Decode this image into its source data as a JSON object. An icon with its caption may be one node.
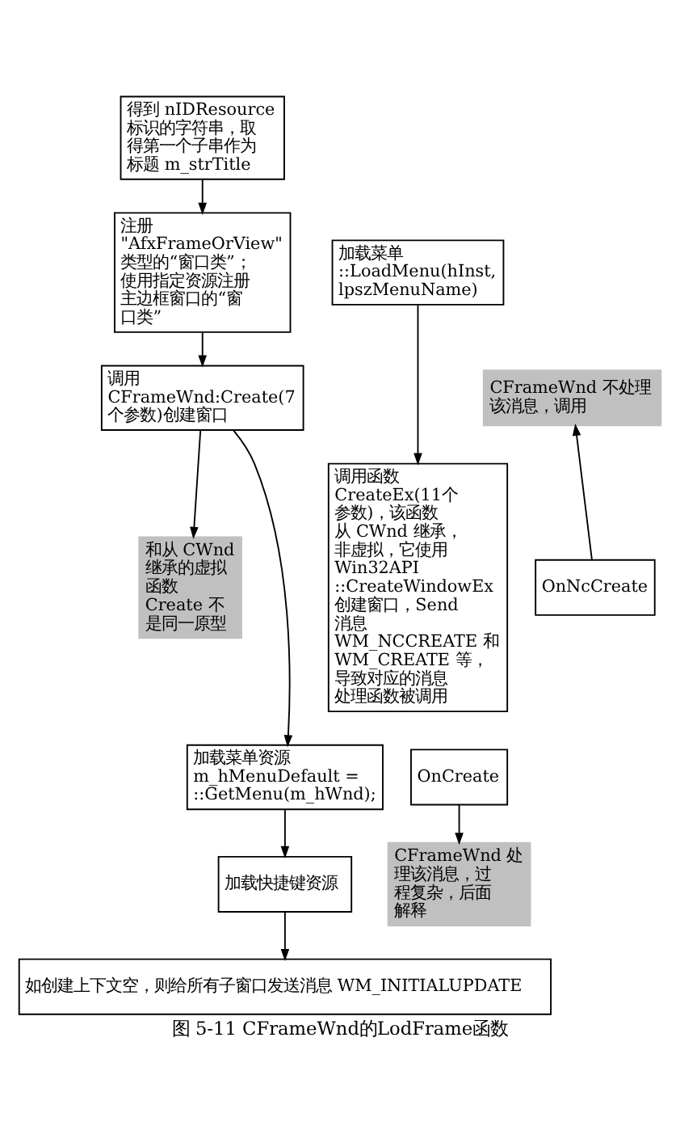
{
  "diagram": {
    "caption": "图 5-11 CFrameWnd的LodFrame函数",
    "nodes": [
      {
        "text": [
          "得到 nIDResource标识的字符串，取得第一个子串作为标题 m_strTitle"
        ]
      },
      {
        "text": [
          "注册\"AfxFrameOrView\"类型的“窗口类”；使用指定资源注册主边框窗口的“窗口类”"
        ]
      },
      {
        "text": [
          "加载菜单 ::LoadMenu(hInst, lpszMenuName)"
        ]
      },
      {
        "text": [
          "调用CFrameWnd:Create(7个参数)创建窗口"
        ]
      },
      {
        "text": [
          "CFrameWnd 不处理该消息，调用"
        ]
      },
      {
        "text": [
          "和从 CWnd 继承的虚拟函数 Create 不是同一原型"
        ]
      },
      {
        "text": [
          "调用函数 CreateEx(11个参数)，该函数从 CWnd 继承，非虚拟，它使用 Win32API ::CreateWindowEx 创建窗口，Send 消息 WM_NCCREATE 和 WM_CREATE 等，导致对应的消息处理函数被调用"
        ]
      },
      {
        "text": [
          "OnNcCreate"
        ]
      },
      {
        "text": [
          "OnCreate"
        ]
      },
      {
        "text": [
          "CFrameWnd 处理该消息，过程复杂，后面解释"
        ]
      },
      {
        "text": [
          "加载菜单资源 m_hMenuDefault = ::GetMenu(m_hWnd);"
        ]
      },
      {
        "text": [
          "加载快捷键资源"
        ]
      },
      {
        "text": [
          "如创建上下文空，则给所有子窗口发送消息 WM_INITIALUPDATE"
        ]
      }
    ],
    "edges": [
      {
        "from": 0,
        "to": 1,
        "arrow": "to"
      },
      {
        "from": 1,
        "to": 3,
        "arrow": "to"
      },
      {
        "from": 2,
        "to": 6,
        "arrow": "to"
      },
      {
        "from": 3,
        "to": 5,
        "arrow": "to"
      },
      {
        "from": 3,
        "to": 10,
        "arrow": "to"
      },
      {
        "from": 7,
        "to": 4,
        "arrow": "to"
      },
      {
        "from": 8,
        "to": 9,
        "arrow": "to"
      },
      {
        "from": 10,
        "to": 11,
        "arrow": "to"
      },
      {
        "from": 11,
        "to": 12,
        "arrow": "to"
      }
    ]
  }
}
